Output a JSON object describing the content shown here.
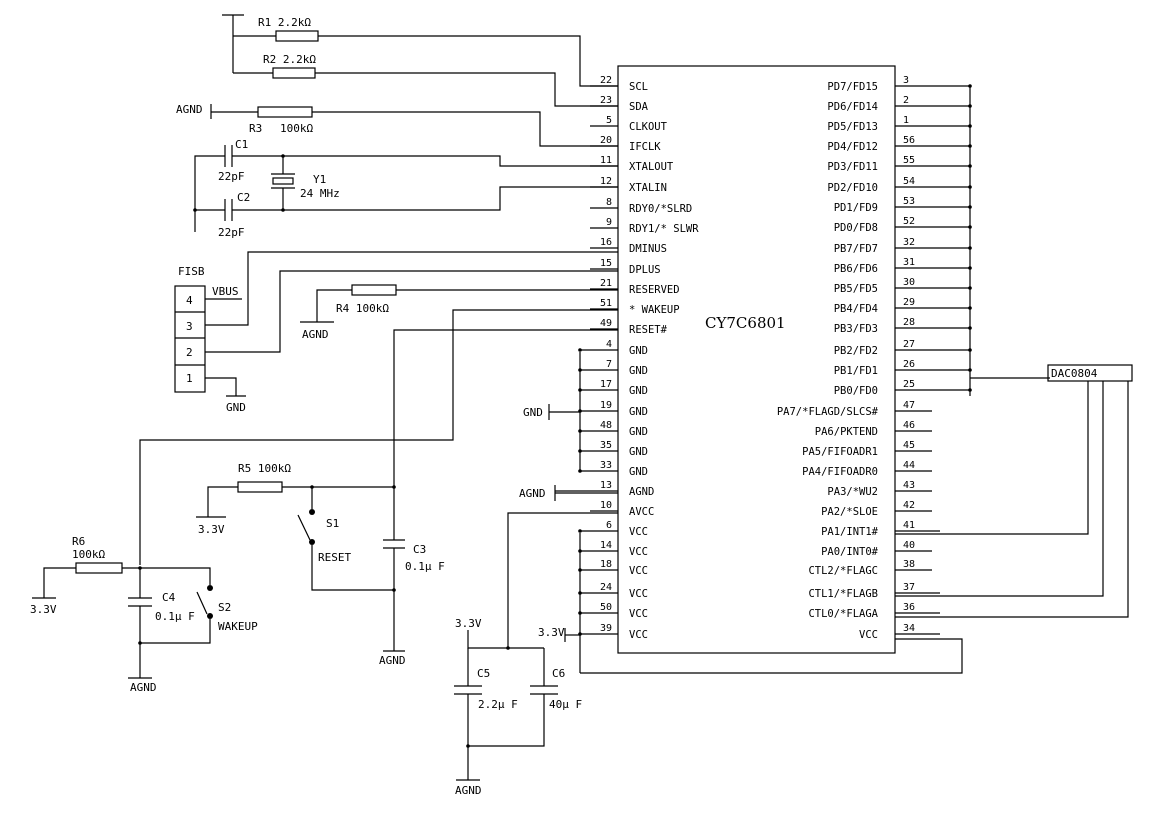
{
  "chip": {
    "name": "CY7C6801",
    "left_pins": [
      {
        "num": "22",
        "sig": "SCL"
      },
      {
        "num": "23",
        "sig": "SDA"
      },
      {
        "num": "5",
        "sig": "CLKOUT"
      },
      {
        "num": "20",
        "sig": "IFCLK"
      },
      {
        "num": "11",
        "sig": "XTALOUT"
      },
      {
        "num": "12",
        "sig": "XTALIN"
      },
      {
        "num": "8",
        "sig": "RDY0/*SLRD"
      },
      {
        "num": "9",
        "sig": "RDY1/* SLWR"
      },
      {
        "num": "16",
        "sig": "DMINUS"
      },
      {
        "num": "15",
        "sig": "DPLUS"
      },
      {
        "num": "21",
        "sig": "RESERVED"
      },
      {
        "num": "51",
        "sig": "* WAKEUP"
      },
      {
        "num": "49",
        "sig": "RESET#"
      },
      {
        "num": "4",
        "sig": "GND"
      },
      {
        "num": "7",
        "sig": "GND"
      },
      {
        "num": "17",
        "sig": "GND"
      },
      {
        "num": "19",
        "sig": "GND"
      },
      {
        "num": "48",
        "sig": "GND"
      },
      {
        "num": "35",
        "sig": "GND"
      },
      {
        "num": "33",
        "sig": "GND"
      },
      {
        "num": "13",
        "sig": "AGND"
      },
      {
        "num": "10",
        "sig": "AVCC"
      },
      {
        "num": "6",
        "sig": "VCC"
      },
      {
        "num": "14",
        "sig": "VCC"
      },
      {
        "num": "18",
        "sig": "VCC"
      },
      {
        "num": "24",
        "sig": "VCC"
      },
      {
        "num": "50",
        "sig": "VCC"
      },
      {
        "num": "39",
        "sig": "VCC"
      }
    ],
    "right_pins": [
      {
        "num": "3",
        "sig": "PD7/FD15"
      },
      {
        "num": "2",
        "sig": "PD6/FD14"
      },
      {
        "num": "1",
        "sig": "PD5/FD13"
      },
      {
        "num": "56",
        "sig": "PD4/FD12"
      },
      {
        "num": "55",
        "sig": "PD3/FD11"
      },
      {
        "num": "54",
        "sig": "PD2/FD10"
      },
      {
        "num": "53",
        "sig": "PD1/FD9"
      },
      {
        "num": "52",
        "sig": "PD0/FD8"
      },
      {
        "num": "32",
        "sig": "PB7/FD7"
      },
      {
        "num": "31",
        "sig": "PB6/FD6"
      },
      {
        "num": "30",
        "sig": "PB5/FD5"
      },
      {
        "num": "29",
        "sig": "PB4/FD4"
      },
      {
        "num": "28",
        "sig": "PB3/FD3"
      },
      {
        "num": "27",
        "sig": "PB2/FD2"
      },
      {
        "num": "26",
        "sig": "PB1/FD1"
      },
      {
        "num": "25",
        "sig": "PB0/FD0"
      },
      {
        "num": "47",
        "sig": "PA7/*FLAGD/SLCS#"
      },
      {
        "num": "46",
        "sig": "PA6/PKTEND"
      },
      {
        "num": "45",
        "sig": "PA5/FIFOADR1"
      },
      {
        "num": "44",
        "sig": "PA4/FIFOADR0"
      },
      {
        "num": "43",
        "sig": "PA3/*WU2"
      },
      {
        "num": "42",
        "sig": "PA2/*SLOE"
      },
      {
        "num": "41",
        "sig": "PA1/INT1#"
      },
      {
        "num": "40",
        "sig": "PA0/INT0#"
      },
      {
        "num": "38",
        "sig": "CTL2/*FLAGC"
      },
      {
        "num": "37",
        "sig": "CTL1/*FLAGB"
      },
      {
        "num": "36",
        "sig": "CTL0/*FLAGA"
      },
      {
        "num": "34",
        "sig": "VCC"
      }
    ]
  },
  "components": {
    "r1": "R1  2.2kΩ",
    "r2": "R2  2.2kΩ",
    "r3_name": "R3",
    "r3_value": "100kΩ",
    "r4": "R4  100kΩ",
    "r5": "R5  100kΩ",
    "r6_name": "R6",
    "r6_value": "100kΩ",
    "c1_name": "C1",
    "c1_value": "22pF",
    "c2_name": "C2",
    "c2_value": "22pF",
    "c3_name": "C3",
    "c3_value": "0.1μ F",
    "c4_name": "C4",
    "c4_value": "0.1μ F",
    "c5_name": "C5",
    "c5_value": "2.2μ F",
    "c6_name": "C6",
    "c6_value": "40μ F",
    "y1_name": "Y1",
    "y1_value": "24 MHz",
    "s1_name": "S1",
    "s1_label": "RESET",
    "s2_name": "S2",
    "s2_label": "WAKEUP",
    "usb_label": "FISB",
    "usb_vbus": "VBUS",
    "usb_pins": [
      "4",
      "3",
      "2",
      "1"
    ],
    "dac": "DAC0804"
  },
  "nets": {
    "agnd": "AGND",
    "gnd": "GND",
    "v33": "3.3V"
  }
}
